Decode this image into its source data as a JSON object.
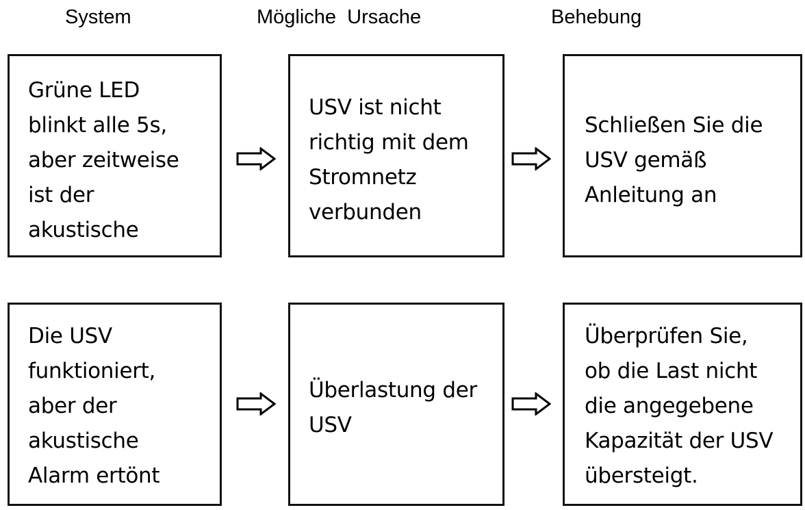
{
  "headers": {
    "system": "System",
    "ursache": "Mögliche  Ursache",
    "behebung": "Behebung"
  },
  "rows": [
    {
      "system": [
        "Grüne LED",
        "blinkt alle 5s,",
        "aber zeitweise",
        "ist der",
        "akustische"
      ],
      "ursache": [
        "USV ist nicht",
        "richtig mit dem",
        "Stromnetz",
        "verbunden"
      ],
      "behebung": [
        "Schließen Sie die",
        "USV gemäß",
        "Anleitung an"
      ]
    },
    {
      "system": [
        "Die USV",
        "funktioniert,",
        "aber der",
        "akustische",
        "Alarm ertönt"
      ],
      "ursache": [
        "Überlastung der",
        "USV"
      ],
      "behebung": [
        "Überprüfen Sie,",
        "ob die Last nicht",
        "die angegebene",
        "Kapazität der USV",
        "übersteigt."
      ]
    }
  ],
  "arrow_icon": "hollow-right-arrow-icon"
}
